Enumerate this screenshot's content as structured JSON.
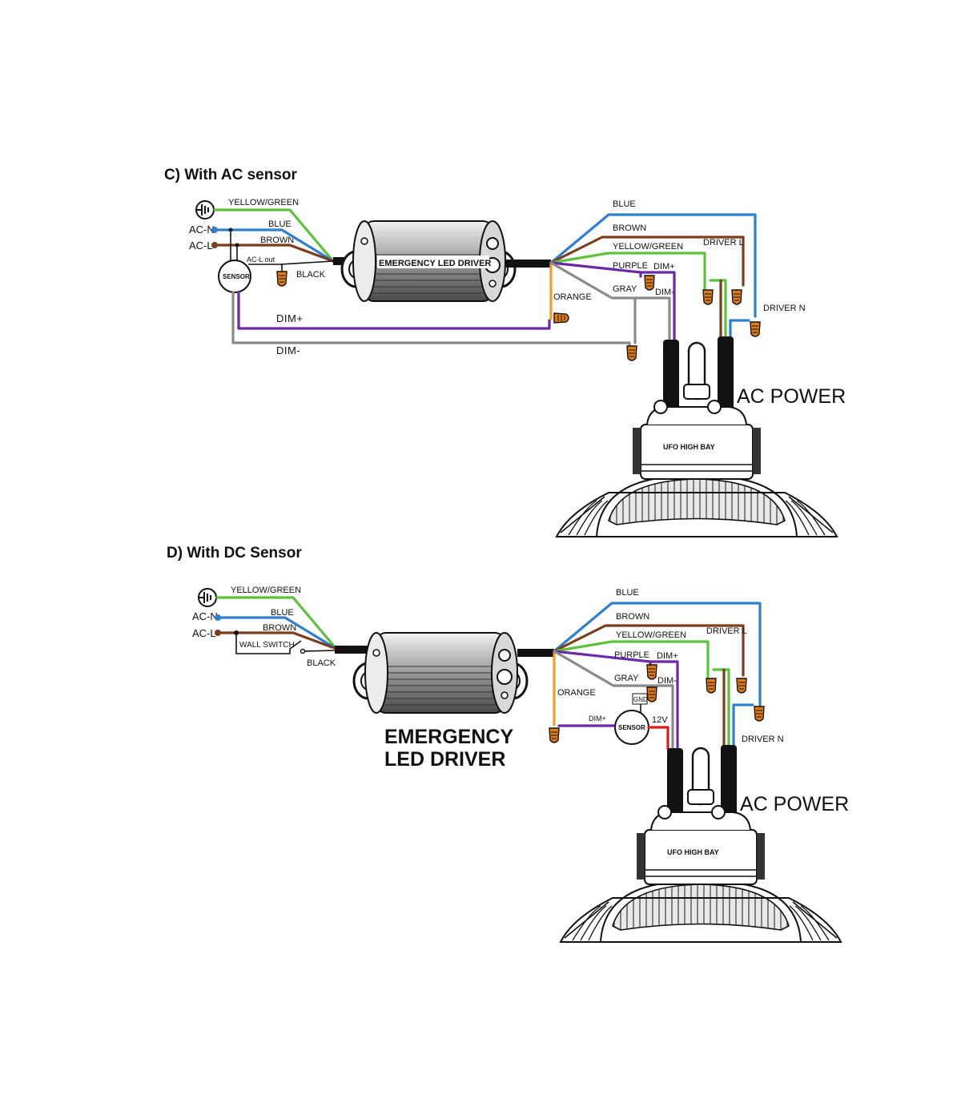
{
  "sections": [
    {
      "title": "C) With AC sensor",
      "labels": {
        "input_yellow_green": "YELLOW/GREEN",
        "input_blue": "BLUE",
        "input_brown": "BROWN",
        "ac_n": "AC-N",
        "ac_l": "AC-L",
        "ac_l_out": "AC-L out",
        "sensor": "SENSOR",
        "black": "BLACK",
        "driver_name": "EMERGENCY LED  DRIVER",
        "orange": "ORANGE",
        "dim_plus_bottom": "DIM+",
        "dim_minus_bottom": "DIM-",
        "out_blue": "BLUE",
        "out_brown": "BROWN",
        "out_yellow_green": "YELLOW/GREEN",
        "out_purple": "PURPLE",
        "out_gray": "GRAY",
        "dim_plus": "DIM+",
        "dim_minus": "DIM-",
        "driver_l": "DRIVER L",
        "driver_n": "DRIVER N",
        "ac_power": "AC POWER",
        "fixture": "UFO HIGH BAY"
      }
    },
    {
      "title": "D) With DC Sensor",
      "labels": {
        "input_yellow_green": "YELLOW/GREEN",
        "input_blue": "BLUE",
        "input_brown": "BROWN",
        "ac_n": "AC-N",
        "ac_l": "AC-L",
        "wall_switch": "WALL SWITCH",
        "black": "BLACK",
        "emergency_line1": "EMERGENCY",
        "emergency_line2": "LED  DRIVER",
        "orange": "ORANGE",
        "dim_plus_sensor": "DIM+",
        "sensor": "SENSOR",
        "twelve_v": "12V",
        "gnd": "GND",
        "out_blue": "BLUE",
        "out_brown": "BROWN",
        "out_yellow_green": "YELLOW/GREEN",
        "out_purple": "PURPLE",
        "out_gray": "GRAY",
        "dim_plus": "DIM+",
        "dim_minus": "DIM-",
        "driver_l": "DRIVER L",
        "driver_n": "DRIVER N",
        "ac_power": "AC POWER",
        "fixture": "UFO HIGH BAY"
      }
    }
  ],
  "wire_colors": {
    "yellow_green": "#5cc23c",
    "blue": "#2f7fd0",
    "brown": "#7a3e1c",
    "purple": "#6a2aa8",
    "gray": "#8a8a8a",
    "orange": "#f29a2e",
    "red": "#e01b1b",
    "black": "#111111",
    "connector": "#e07b16"
  }
}
